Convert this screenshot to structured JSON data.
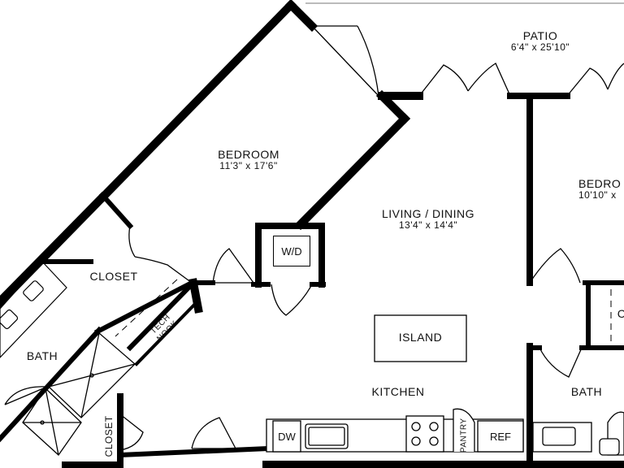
{
  "rooms": {
    "patio": {
      "name": "PATIO",
      "dims": "6'4\" x 25'10\""
    },
    "bedroom_left": {
      "name": "BEDROOM",
      "dims": "11'3\" x 17'6\""
    },
    "living_dining": {
      "name": "LIVING / DINING",
      "dims": "13'4\" x 14'4\""
    },
    "bedroom_right": {
      "name": "BEDRO",
      "dims": "10'10\" x"
    },
    "closet_main": {
      "name": "CLOSET"
    },
    "bath_left": {
      "name": "BATH"
    },
    "tech_nook": {
      "line1": "TECH",
      "line2": "NOOK"
    },
    "closet_small": {
      "name": "CLOSET"
    },
    "kitchen": {
      "name": "KITCHEN"
    },
    "island": {
      "name": "ISLAND"
    },
    "bath_right": {
      "name": "BATH"
    },
    "right_closet_fragment": {
      "name": "C"
    }
  },
  "fixtures": {
    "washer_dryer": "W/D",
    "dishwasher": "DW",
    "pantry": "PANTRY",
    "refrigerator": "REF"
  }
}
